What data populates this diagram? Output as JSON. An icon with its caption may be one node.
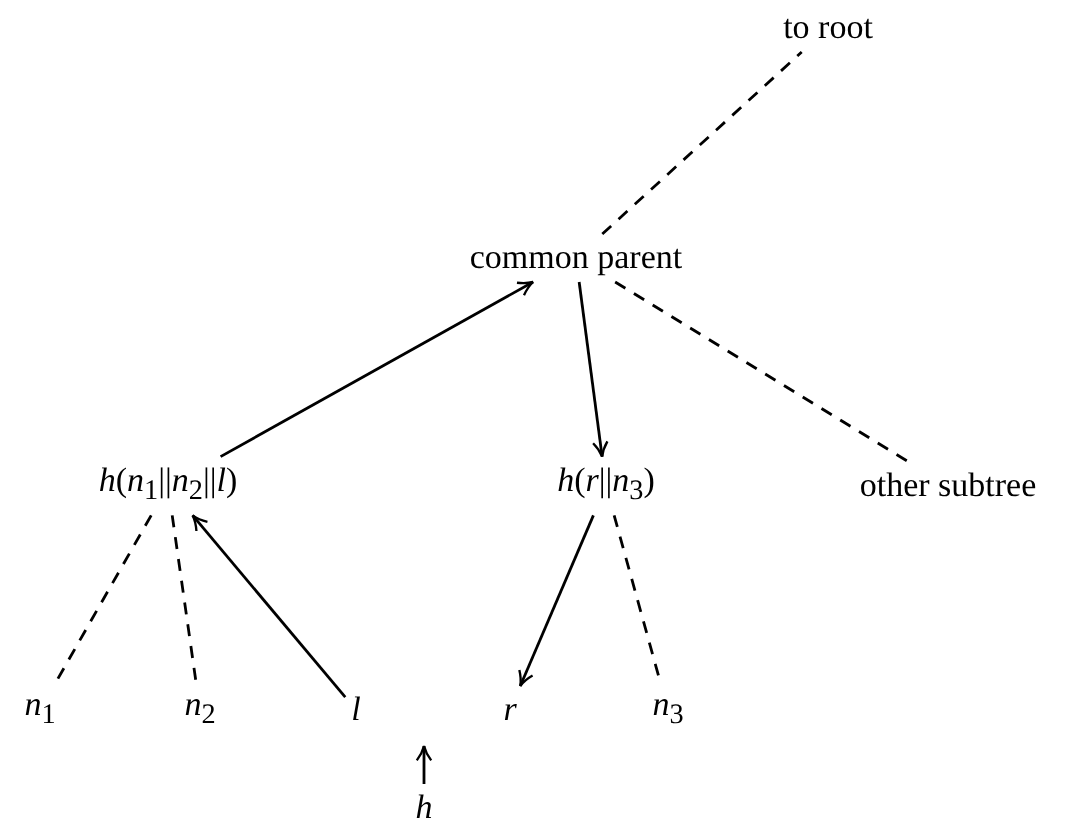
{
  "diagram": {
    "nodes": [
      {
        "text": [
          "to root"
        ]
      },
      {
        "text": [
          "common parent"
        ]
      },
      {
        "text": [
          "*h*(*n*$_{1}$||*n*$_{2}$||*l*)"
        ]
      },
      {
        "text": [
          "*h*(*r*||*n*$_{3}$)"
        ]
      },
      {
        "text": [
          "other subtree"
        ]
      },
      {
        "text": [
          "*n*$_{1}$"
        ]
      },
      {
        "text": [
          "*n*$_{2}$"
        ]
      },
      {
        "text": [
          "l"
        ]
      },
      {
        "text": [
          "r"
        ]
      },
      {
        "text": [
          "*n*$_{3}$"
        ]
      },
      {
        "text": [
          "h"
        ]
      }
    ],
    "edges": [
      {
        "from": 1,
        "to": 0,
        "arrow": "none",
        "style": "dashed"
      },
      {
        "from": 2,
        "to": 1,
        "arrow": "to"
      },
      {
        "from": 1,
        "to": 3,
        "arrow": "to"
      },
      {
        "from": 1,
        "to": 4,
        "arrow": "none",
        "style": "dashed"
      },
      {
        "from": 2,
        "to": 5,
        "arrow": "none",
        "style": "dashed"
      },
      {
        "from": 2,
        "to": 6,
        "arrow": "none",
        "style": "dashed"
      },
      {
        "from": 7,
        "to": 2,
        "arrow": "to"
      },
      {
        "from": 3,
        "to": 8,
        "arrow": "to"
      },
      {
        "from": 3,
        "to": 9,
        "arrow": "none",
        "style": "dashed"
      },
      {
        "from": 10,
        "to": null,
        "arrow": "to"
      }
    ]
  }
}
